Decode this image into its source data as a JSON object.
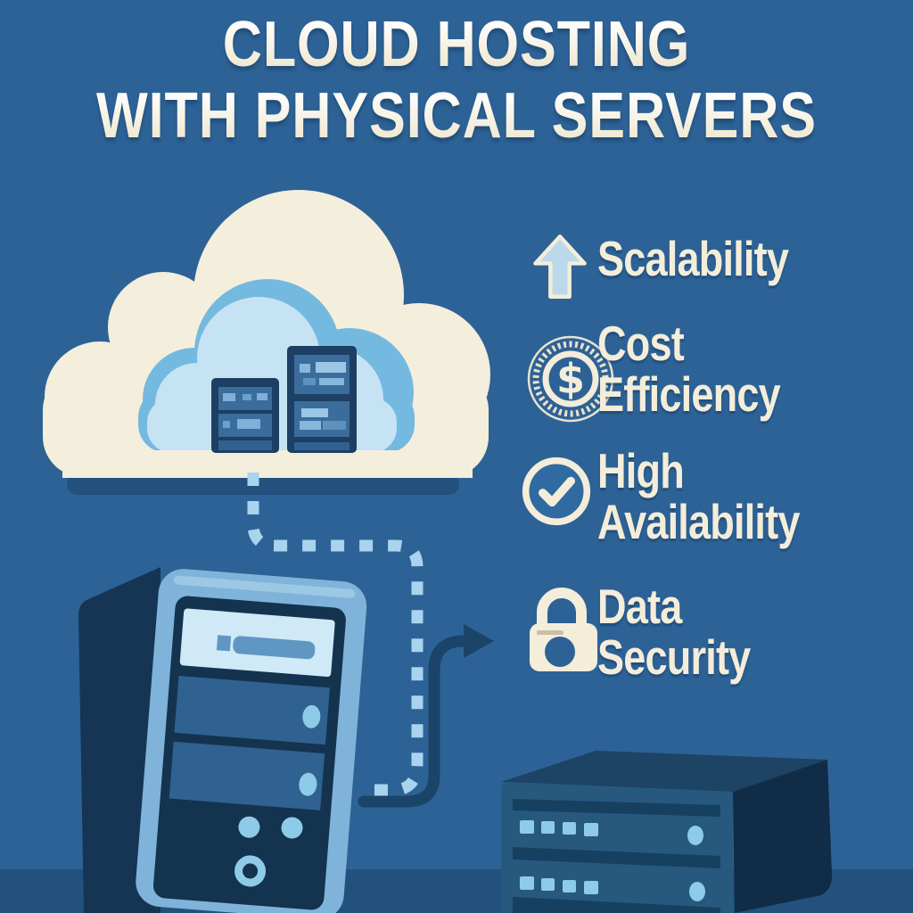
{
  "title": {
    "line1": "CLOUD HOSTING",
    "line2": "WITH PHYSICAL SERVERS"
  },
  "benefits": [
    {
      "name": "scalability",
      "icon": "up-arrow-icon",
      "lines": [
        "Scalability"
      ]
    },
    {
      "name": "cost-efficiency",
      "icon": "dollar-coin-icon",
      "glyph": "$",
      "lines": [
        "Cost",
        "Efficiency"
      ]
    },
    {
      "name": "high-availability",
      "icon": "check-circle-icon",
      "lines": [
        "High",
        "Availability"
      ]
    },
    {
      "name": "data-security",
      "icon": "padlock-icon",
      "lines": [
        "Data",
        "Security"
      ]
    }
  ],
  "illustration": {
    "elements": [
      "cloud-with-server-racks",
      "dashed-connection-line",
      "curved-arrow",
      "server-tower",
      "rack-server-unit"
    ]
  },
  "colors": {
    "background": "#2d6296",
    "floor": "#23517e",
    "cream": "#f4eedc",
    "cloud_inner_light": "#c6e3f4",
    "cloud_inner_mid": "#74b9e0",
    "navy": "#14334f",
    "panel_blue": "#2f6191",
    "steel_blue": "#7fb3d9",
    "accent_dot": "#8ecbe8",
    "dashed_line": "#a9d3ee",
    "arrow_dark": "#1a4468",
    "rack_front": "#27597f",
    "rack_top": "#1d4365",
    "rack_side": "#112c46"
  }
}
